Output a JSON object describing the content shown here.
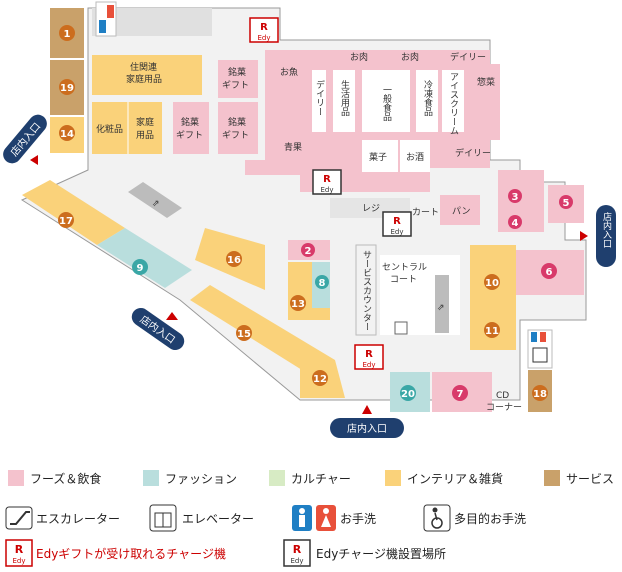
{
  "colors": {
    "food": "#f4c2cd",
    "fashion": "#b9dedd",
    "culture": "#d7ebc4",
    "interior": "#fad27a",
    "service": "#c9a16a",
    "shop_dot": "#cc6d1e",
    "pink_dot": "#d83a6a",
    "teal_dot": "#3aa7a6",
    "entrance": "#1f3f6e",
    "edy_red": "#cc0000"
  },
  "shops": {
    "s1": "1",
    "s2": "2",
    "s3": "3",
    "s4": "4",
    "s5": "5",
    "s6": "6",
    "s7": "7",
    "s8": "8",
    "s9": "9",
    "s10": "10",
    "s11": "11",
    "s12": "12",
    "s13": "13",
    "s14": "14",
    "s15": "15",
    "s16": "16",
    "s17": "17",
    "s18": "18",
    "s19": "19",
    "s20": "20"
  },
  "areas": {
    "jukan": "住関連",
    "katei_top": "家庭用品",
    "meika1_a": "銘菓",
    "meika1_b": "ギフト",
    "keshohin": "化粧品",
    "katei_a": "家庭",
    "katei_b": "用品",
    "meika2_a": "銘菓",
    "meika2_b": "ギフト",
    "meika3_a": "銘菓",
    "meika3_b": "ギフト",
    "oniku1": "お肉",
    "oniku2": "お肉",
    "daily_top": "デイリー",
    "osakana": "お魚",
    "daily_v": "デイリー",
    "seikatsu": "生活用品",
    "ippan": "一般食品",
    "reito": "冷凍食品",
    "icecream": "アイスクリーム",
    "souzai": "惣菜",
    "seika": "青果",
    "gashi": "菓子",
    "osake": "お酒",
    "daily_bottom": "デイリー",
    "reji": "レジ",
    "cart": "カート",
    "pan": "パン",
    "service_counter": "サービスカウンター",
    "central_a": "セントラル",
    "central_b": "コート",
    "cd_a": "CD",
    "cd_b": "コーナー"
  },
  "entrances": {
    "left": "店内入口",
    "right": "店内入口",
    "middle": "店内入口",
    "bottom": "店内入口"
  },
  "edy_badge": {
    "r": "R",
    "text": "Edy"
  },
  "legend": {
    "food": "フーズ＆飲食",
    "fashion": "ファッション",
    "culture": "カルチャー",
    "interior": "インテリア＆雑貨",
    "service": "サービス",
    "escalator": "エスカレーター",
    "elevator": "エレベーター",
    "restroom": "お手洗",
    "multi_restroom": "多目的お手洗",
    "edy_gift": "Edyギフトが受け取れるチャージ機",
    "edy_install": "Edyチャージ機設置場所"
  }
}
